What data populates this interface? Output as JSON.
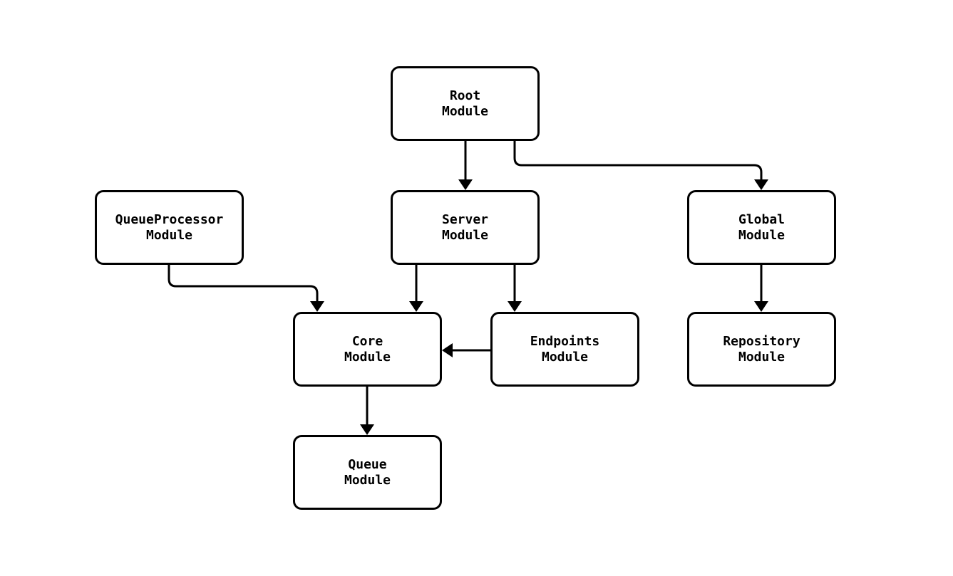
{
  "diagram": {
    "type": "flowchart",
    "background_color": "#ffffff",
    "node_fill_color": "#ffffff",
    "node_border_color": "#000000",
    "edge_color": "#000000",
    "text_color": "#000000",
    "nodes": {
      "root": {
        "line1": "Root",
        "line2": "Module"
      },
      "queueprocessor": {
        "line1": "QueueProcessor",
        "line2": "Module"
      },
      "server": {
        "line1": "Server",
        "line2": "Module"
      },
      "global": {
        "line1": "Global",
        "line2": "Module"
      },
      "core": {
        "line1": "Core",
        "line2": "Module"
      },
      "endpoints": {
        "line1": "Endpoints",
        "line2": "Module"
      },
      "repository": {
        "line1": "Repository",
        "line2": "Module"
      },
      "queue": {
        "line1": "Queue",
        "line2": "Module"
      }
    },
    "edges": [
      {
        "from": "Root Module",
        "to": "Server Module"
      },
      {
        "from": "Root Module",
        "to": "Global Module"
      },
      {
        "from": "QueueProcessor Module",
        "to": "Core Module"
      },
      {
        "from": "Server Module",
        "to": "Core Module"
      },
      {
        "from": "Server Module",
        "to": "Endpoints Module"
      },
      {
        "from": "Endpoints Module",
        "to": "Core Module"
      },
      {
        "from": "Global Module",
        "to": "Repository Module"
      },
      {
        "from": "Core Module",
        "to": "Queue Module"
      }
    ]
  }
}
